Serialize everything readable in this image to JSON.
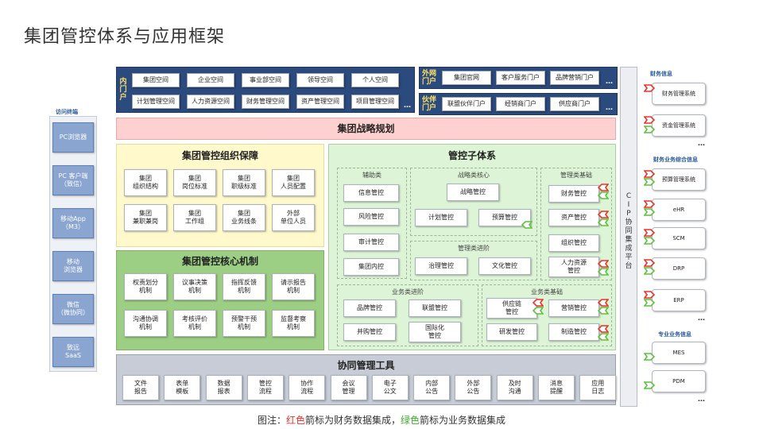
{
  "title": "集团管控体系与应用框架",
  "inner_portal": {
    "label": "内\n门\n户",
    "row1": [
      "集团空间",
      "企业空间",
      "事业部空间",
      "领导空间",
      "个人空间"
    ],
    "row2": [
      "计划管理空间",
      "人力资源空间",
      "财务管理空间",
      "资产管理空间",
      "项目管理空间"
    ],
    "more": "…"
  },
  "outer_portal": {
    "label": "外网\n门户",
    "items": [
      "集团官网",
      "客户服务门户",
      "品牌营销门户"
    ],
    "more": "…"
  },
  "partner_portal": {
    "label": "伙伴\n门户",
    "items": [
      "联盟伙伴门户",
      "经销商门户",
      "供应商门户"
    ],
    "more": "…"
  },
  "left": {
    "header": "访问终端",
    "items": [
      "PC浏览器",
      "PC 客户端\n（致信）",
      "移动App\n（M3）",
      "移动\n浏览器",
      "微信\n（微协同）",
      "致远\nSaaS"
    ]
  },
  "strategy": "集团战略规划",
  "org": {
    "header": "集团管控组织保障",
    "items": [
      "集团\n组织结构",
      "集团\n岗位标准",
      "集团\n职级标准",
      "集团\n人员配置",
      "集团\n兼职兼岗",
      "集团\n工作组",
      "集团\n业务线条",
      "外部\n单位人员"
    ]
  },
  "core": {
    "header": "集团管控核心机制",
    "items": [
      "权责划分\n机制",
      "议事决策\n机制",
      "指挥反馈\n机制",
      "请示报告\n机制",
      "沟通协调\n机制",
      "考核评价\n机制",
      "预警干预\n机制",
      "监督考察\n机制"
    ]
  },
  "sub": {
    "header": "管控子体系",
    "aux_title": "辅助类",
    "aux": [
      "信息管控",
      "风险管控",
      "审计管控",
      "集团内控"
    ],
    "strategic_title": "战略类核心",
    "strategic": [
      "战略管控",
      "计划管控",
      "预算管控"
    ],
    "mgmt_adv_title": "管理类进阶",
    "mgmt_adv": [
      "治理管控",
      "文化管控"
    ],
    "mgmt_base_title": "管理类基础",
    "mgmt_base": [
      "财务管控",
      "资产管控",
      "组织管控",
      "人力资源\n管控"
    ],
    "biz_adv_title": "业务类进阶",
    "biz_adv": [
      "品牌管控",
      "联盟管控",
      "并购管控",
      "国际化\n管控"
    ],
    "biz_base_title": "业务类基础",
    "biz_base": [
      "供应链\n管控",
      "营销管控",
      "研发管控",
      "制造管控"
    ]
  },
  "collab": {
    "header": "协同管理工具",
    "items": [
      "文件\n报告",
      "表单\n模板",
      "数据\n报表",
      "管控\n流程",
      "协作\n流程",
      "会议\n管理",
      "电子\n公文",
      "内部\n公告",
      "外部\n公告",
      "及时\n沟通",
      "消息\n提醒",
      "应用\n日志"
    ]
  },
  "cip": "C\nI\nP\n协\n同\n集\n成\n平\n台",
  "right": {
    "fin_header": "财务信息",
    "fin": [
      "财务管理系统",
      "资金管理系统"
    ],
    "fin_more": "…",
    "biz_header": "财务业务综合信息",
    "biz": [
      "预算管理系统",
      "eHR",
      "SCM",
      "DRP",
      "ERP"
    ],
    "biz_more": "…",
    "pro_header": "专业业务信息",
    "pro": [
      "MES",
      "PDM"
    ],
    "pro_more": "…"
  },
  "caption": {
    "prefix": "图注：",
    "red": "红色",
    "middle": "箭标为财务数据集成，",
    "green": "绿色",
    "suffix": "箭标为业务数据集成"
  },
  "colors": {
    "portal": "#2b4a7d",
    "strategy": "#ffd0d0",
    "org": "#fff9cc",
    "core": "#9ccf84",
    "sub": "#ddf5d6",
    "collab": "#c7ccd6",
    "red_flag": "#e8332d",
    "green_flag": "#5fbf3f"
  }
}
